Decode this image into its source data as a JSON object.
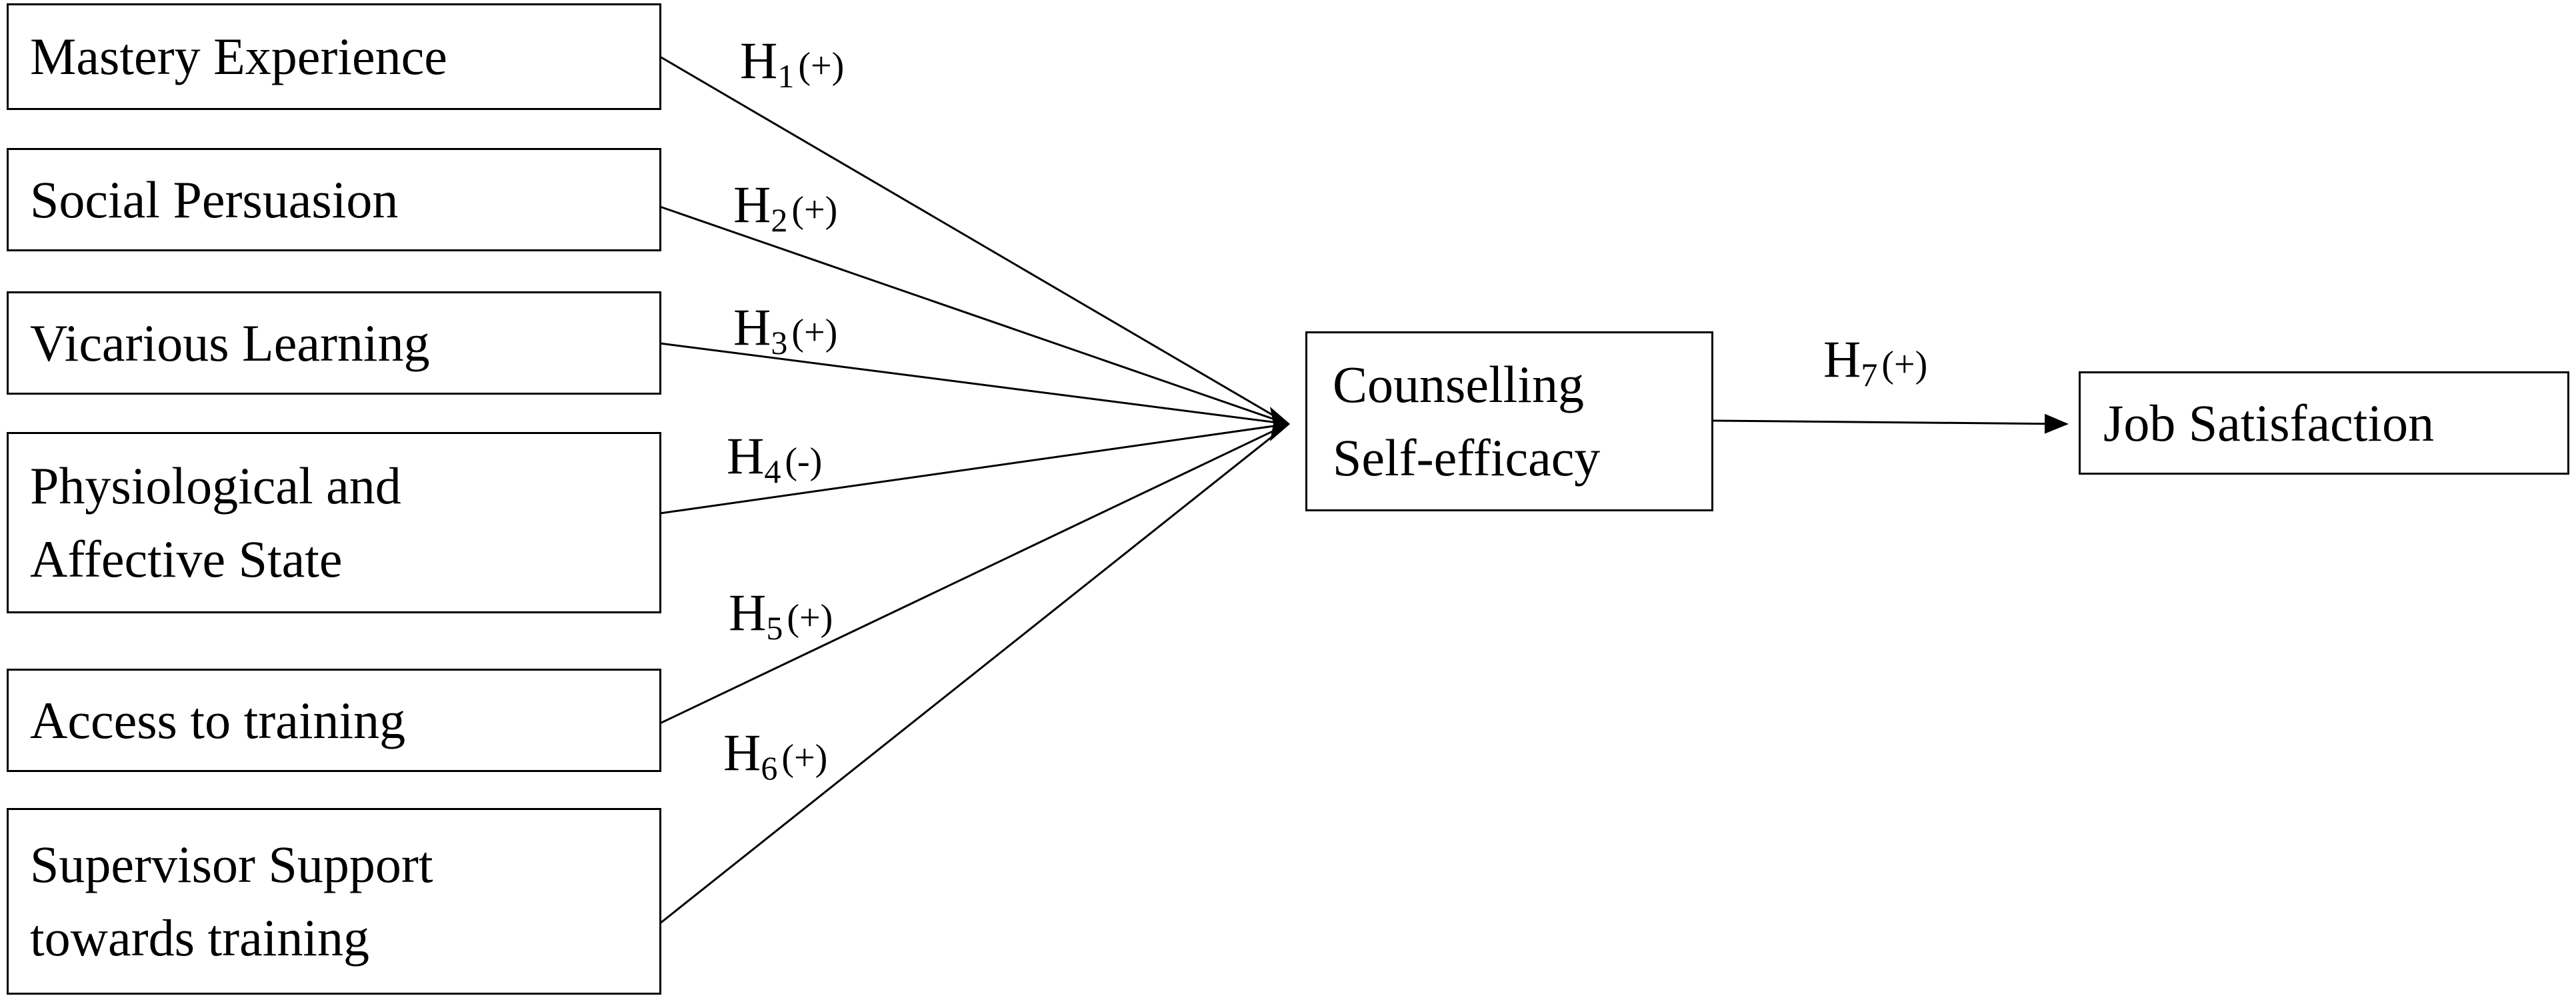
{
  "predictors": [
    {
      "id": "mastery",
      "lines": [
        "Mastery Experience"
      ]
    },
    {
      "id": "social",
      "lines": [
        "Social Persuasion"
      ]
    },
    {
      "id": "vicarious",
      "lines": [
        "Vicarious Learning"
      ]
    },
    {
      "id": "physiological",
      "lines": [
        "Physiological and",
        "Affective State"
      ]
    },
    {
      "id": "access",
      "lines": [
        "Access to training"
      ]
    },
    {
      "id": "supervisor",
      "lines": [
        "Supervisor Support",
        "towards training"
      ]
    }
  ],
  "mediator": {
    "lines": [
      "Counselling",
      "Self-efficacy"
    ]
  },
  "outcome": {
    "lines": [
      "Job Satisfaction"
    ]
  },
  "hypotheses": [
    {
      "letter": "H",
      "num": "1",
      "sign": "(+)"
    },
    {
      "letter": "H",
      "num": "2",
      "sign": "(+)"
    },
    {
      "letter": "H",
      "num": "3",
      "sign": "(+)"
    },
    {
      "letter": "H",
      "num": "4",
      "sign": "(-)"
    },
    {
      "letter": "H",
      "num": "5",
      "sign": "(+)"
    },
    {
      "letter": "H",
      "num": "6",
      "sign": "(+)"
    },
    {
      "letter": "H",
      "num": "7",
      "sign": "(+)"
    }
  ]
}
